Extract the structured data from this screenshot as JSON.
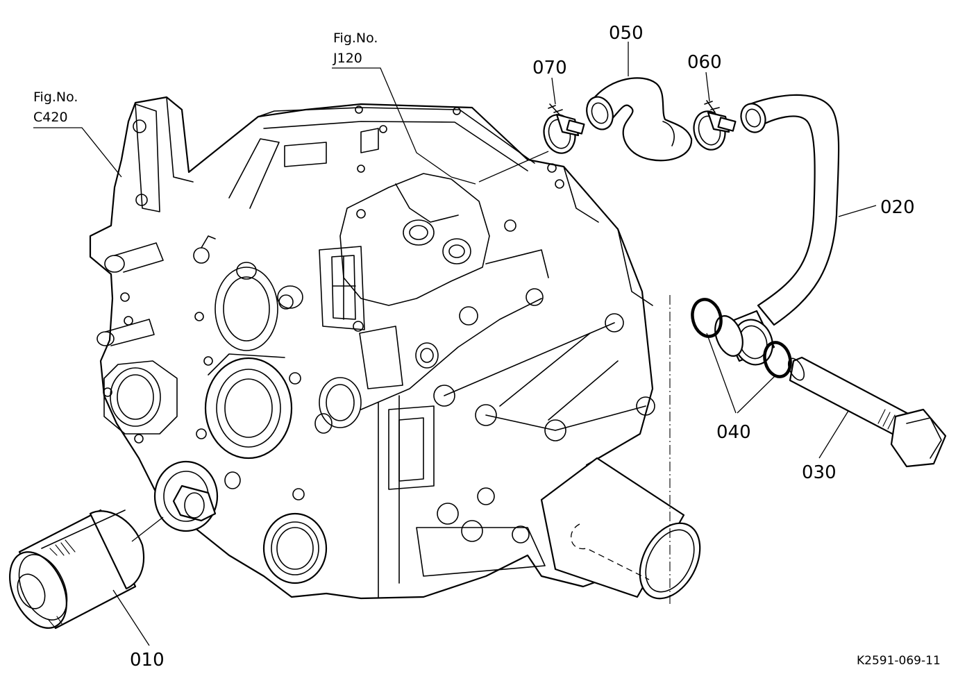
{
  "callouts": [
    {
      "id": "010",
      "text": "010"
    },
    {
      "id": "020",
      "text": "020"
    },
    {
      "id": "030",
      "text": "030"
    },
    {
      "id": "040",
      "text": "040"
    },
    {
      "id": "050",
      "text": "050"
    },
    {
      "id": "060",
      "text": "060"
    },
    {
      "id": "070",
      "text": "070"
    }
  ],
  "figure_refs": [
    {
      "line1": "Fig.No.",
      "line2": "C420"
    },
    {
      "line1": "Fig.No.",
      "line2": "J120"
    }
  ],
  "drawing_code": "K2591-069-11"
}
